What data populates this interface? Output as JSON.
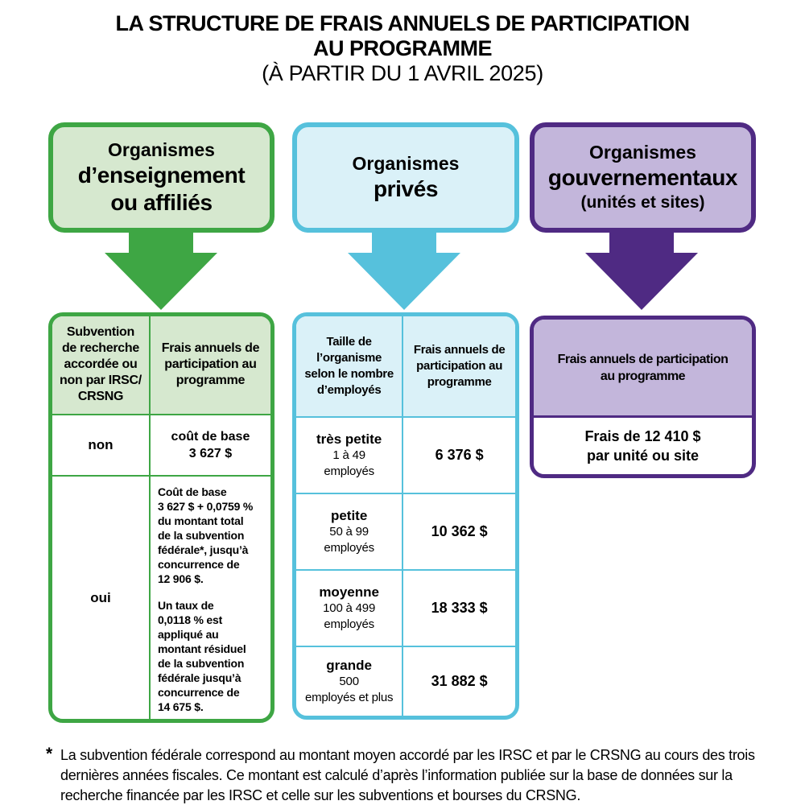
{
  "title": {
    "line1": "LA STRUCTURE DE FRAIS ANNUELS DE PARTICIPATION",
    "line2": "AU PROGRAMME",
    "line3": "(À PARTIR DU 1 AVRIL 2025)"
  },
  "colors": {
    "green": "#3EA644",
    "green_light": "#D6E8CF",
    "cyan": "#56C1DC",
    "cyan_light": "#DAF1F8",
    "purple": "#4F2A83",
    "purple_light": "#C3B6DB"
  },
  "columns": [
    {
      "id": "education",
      "header": {
        "small": "Organismes",
        "large_line1": "d’enseignement",
        "large_line2": "ou affiliés"
      },
      "arrow_icon": "down-arrow",
      "table": {
        "col1_header": "Subvention\nde recherche\naccordée ou\nnon par IRSC/\nCRSNG",
        "col2_header": "Frais annuels de\nparticipation au\nprogramme",
        "rows": [
          {
            "answer": "non",
            "fee": "coût de base\n3 627 $"
          },
          {
            "answer": "oui",
            "fee_para1": "Coût de base\n3 627 $ + 0,0759 %\ndu montant total\nde la subvention\nfédérale*, jusqu’à\nconcurrence de\n12 906 $.",
            "fee_para2": "Un taux de\n0,0118 % est\nappliqué au\nmontant résiduel\nde la subvention\nfédérale jusqu’à\nconcurrence de\n14 675 $."
          }
        ]
      }
    },
    {
      "id": "private",
      "header": {
        "small": "Organismes",
        "large_line1": "privés"
      },
      "arrow_icon": "down-arrow",
      "table": {
        "col1_header": "Taille de\nl’organisme\nselon le nombre\nd’employés",
        "col2_header": "Frais annuels de\nparticipation au\nprogramme",
        "rows": [
          {
            "size": "très petite",
            "range": "1 à 49\nemployés",
            "fee": "6 376 $"
          },
          {
            "size": "petite",
            "range": "50 à 99\nemployés",
            "fee": "10 362 $"
          },
          {
            "size": "moyenne",
            "range": "100 à 499\nemployés",
            "fee": "18 333 $"
          },
          {
            "size": "grande",
            "range": "500\nemployés et plus",
            "fee": "31 882 $"
          }
        ]
      }
    },
    {
      "id": "government",
      "header": {
        "small": "Organismes",
        "large_line1": "gouvernementaux",
        "sub": "(unités et sites)"
      },
      "arrow_icon": "down-arrow",
      "table": {
        "header": "Frais annuels de participation\nau programme",
        "body": "Frais de 12 410 $\npar unité ou site"
      }
    }
  ],
  "footnote": {
    "marker": "*",
    "text": "La subvention fédérale correspond au montant moyen accordé par les IRSC et par le CRSNG au cours des trois dernières années fiscales. Ce montant est calculé d’après l’information publiée sur la base de données sur la recherche financée par les IRSC et celle sur les subventions et bourses du CRSNG."
  }
}
